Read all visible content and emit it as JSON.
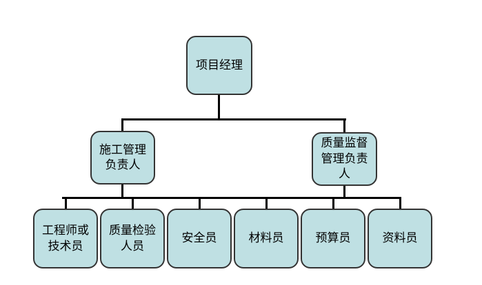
{
  "diagram": {
    "type": "org-chart",
    "root": {
      "label": "项目经理"
    },
    "level2": [
      {
        "label": "施工管理\n负责人"
      },
      {
        "label": "质量监督\n管理负责\n人"
      }
    ],
    "level3": [
      {
        "label": "工程师或\n技术员"
      },
      {
        "label": "质量检验\n人员"
      },
      {
        "label": "安全员"
      },
      {
        "label": "材料员"
      },
      {
        "label": "预算员"
      },
      {
        "label": "资料员"
      }
    ],
    "colors": {
      "box_fill": "#bfe0e3",
      "box_border": "#333333",
      "connector": "#000000",
      "background": "#ffffff"
    }
  }
}
